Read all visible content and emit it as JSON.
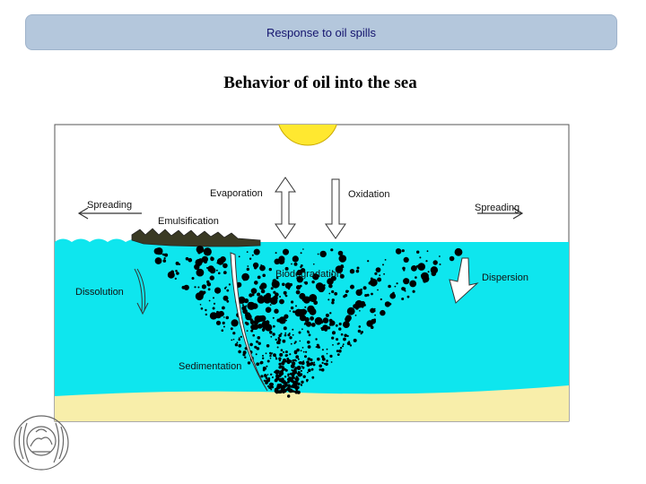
{
  "header": {
    "title": "Response to oil spills"
  },
  "slide": {
    "title": "Behavior of oil into the sea"
  },
  "diagram": {
    "labels": {
      "spreading_left": "Spreading",
      "evaporation": "Evaporation",
      "oxidation": "Oxidation",
      "spreading_right": "Spreading",
      "emulsification": "Emulsification",
      "biodegradation": "Biodegradation",
      "dispersion": "Dispersion",
      "dissolution": "Dissolution",
      "sedimentation": "Sedimentation"
    },
    "colors": {
      "sea": "#0ee6ee",
      "sand": "#f8eeaa",
      "sun": "#ffe830",
      "sun_ray": "#fff24a",
      "oil": "#3a3a24",
      "droplet": "#000000",
      "arrow": "#ffffff"
    }
  }
}
